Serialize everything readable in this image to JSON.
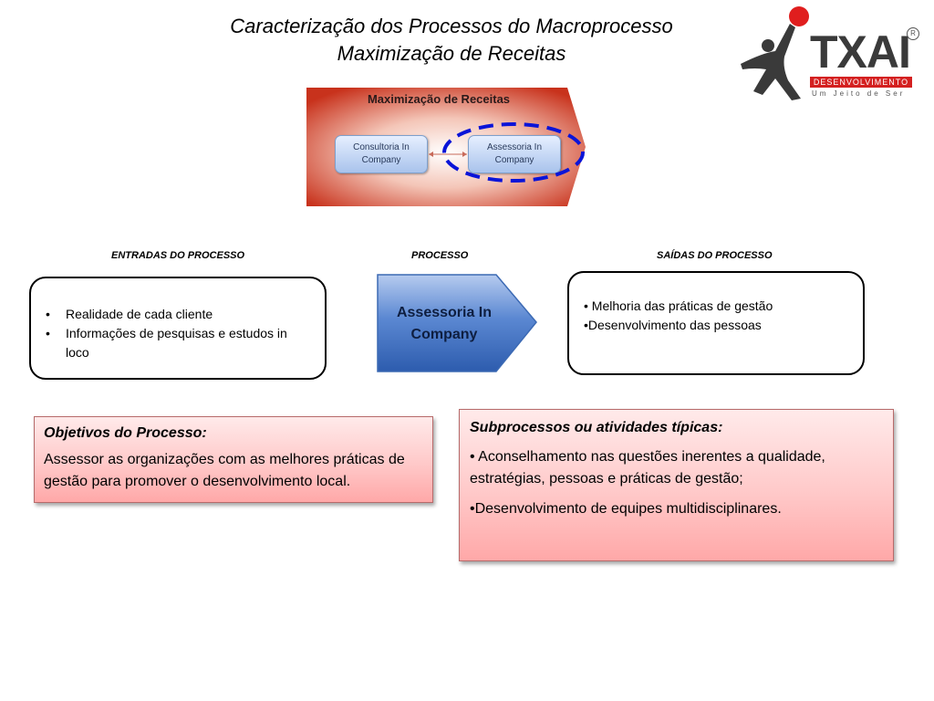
{
  "title": {
    "line1": "Caracterização dos Processos  do  Macroprocesso",
    "line2": "Maximização de Receitas"
  },
  "logo": {
    "brand": "TXAI",
    "subtitle": "DESENVOLVIMENTO",
    "tagline": "Um Jeito de Ser",
    "registered": "R",
    "colors": {
      "red": "#d42020",
      "gray": "#3a3a3a"
    }
  },
  "macro": {
    "title": "Maximização de Receitas",
    "box1": "Consultoria In Company",
    "box2": "Assessoria In Company"
  },
  "headers": {
    "inputs": "ENTRADAS DO PROCESSO",
    "process": "PROCESSO",
    "outputs": "SAÍDAS DO PROCESSO"
  },
  "inputs": {
    "item1": "Realidade de cada cliente",
    "item2": "Informações de pesquisas e estudos in loco"
  },
  "process": {
    "line1": "Assessoria In",
    "line2": "Company"
  },
  "outputs": {
    "item1": "• Melhoria das práticas de gestão",
    "item2": "•Desenvolvimento das pessoas"
  },
  "objectives": {
    "heading": "Objetivos do Processo:",
    "text": "Assessor as organizações com as melhores práticas de gestão para promover o desenvolvimento local."
  },
  "subprocesses": {
    "heading": "Subprocessos ou atividades típicas:",
    "item1": "•  Aconselhamento nas questões inerentes a qualidade, estratégias, pessoas e práticas de gestão;",
    "item2": "•Desenvolvimento de equipes multidisciplinares."
  }
}
